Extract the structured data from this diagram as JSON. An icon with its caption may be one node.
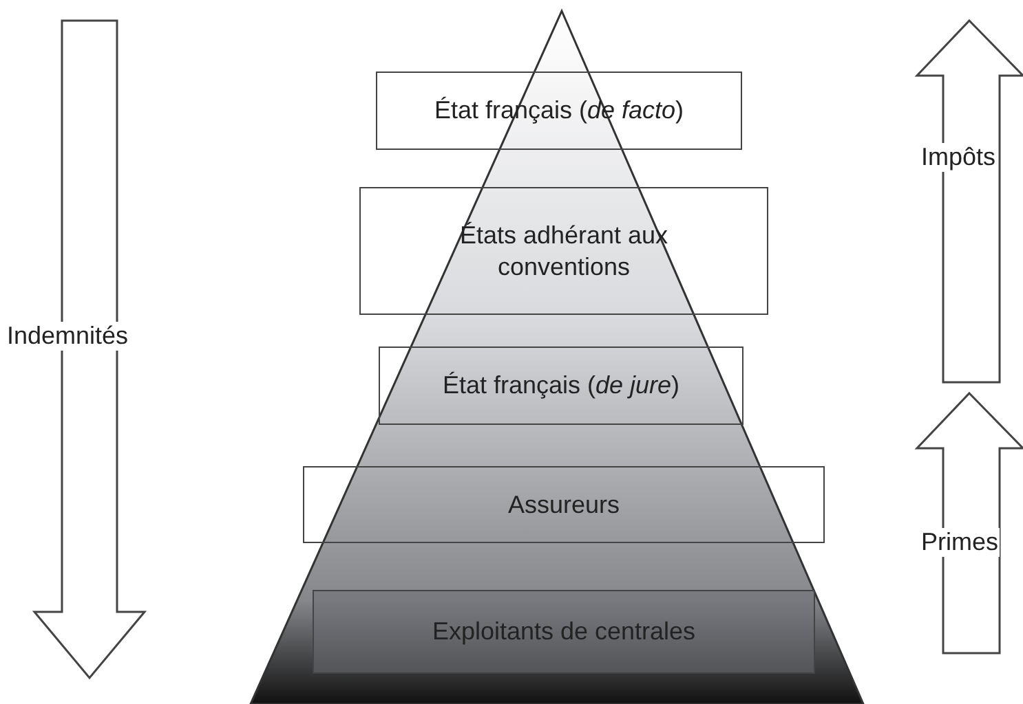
{
  "diagram": {
    "nodes": [
      {
        "text": [
          "État français (*de facto*)"
        ]
      },
      {
        "text": [
          "États adhérant aux conventions"
        ]
      },
      {
        "text": [
          "État français (*de jure*)"
        ]
      },
      {
        "text": [
          "Assureurs"
        ]
      },
      {
        "text": [
          "Exploitants de centrales"
        ]
      }
    ],
    "labels": [
      "Impôts",
      "Indemnités",
      "Primes"
    ]
  }
}
